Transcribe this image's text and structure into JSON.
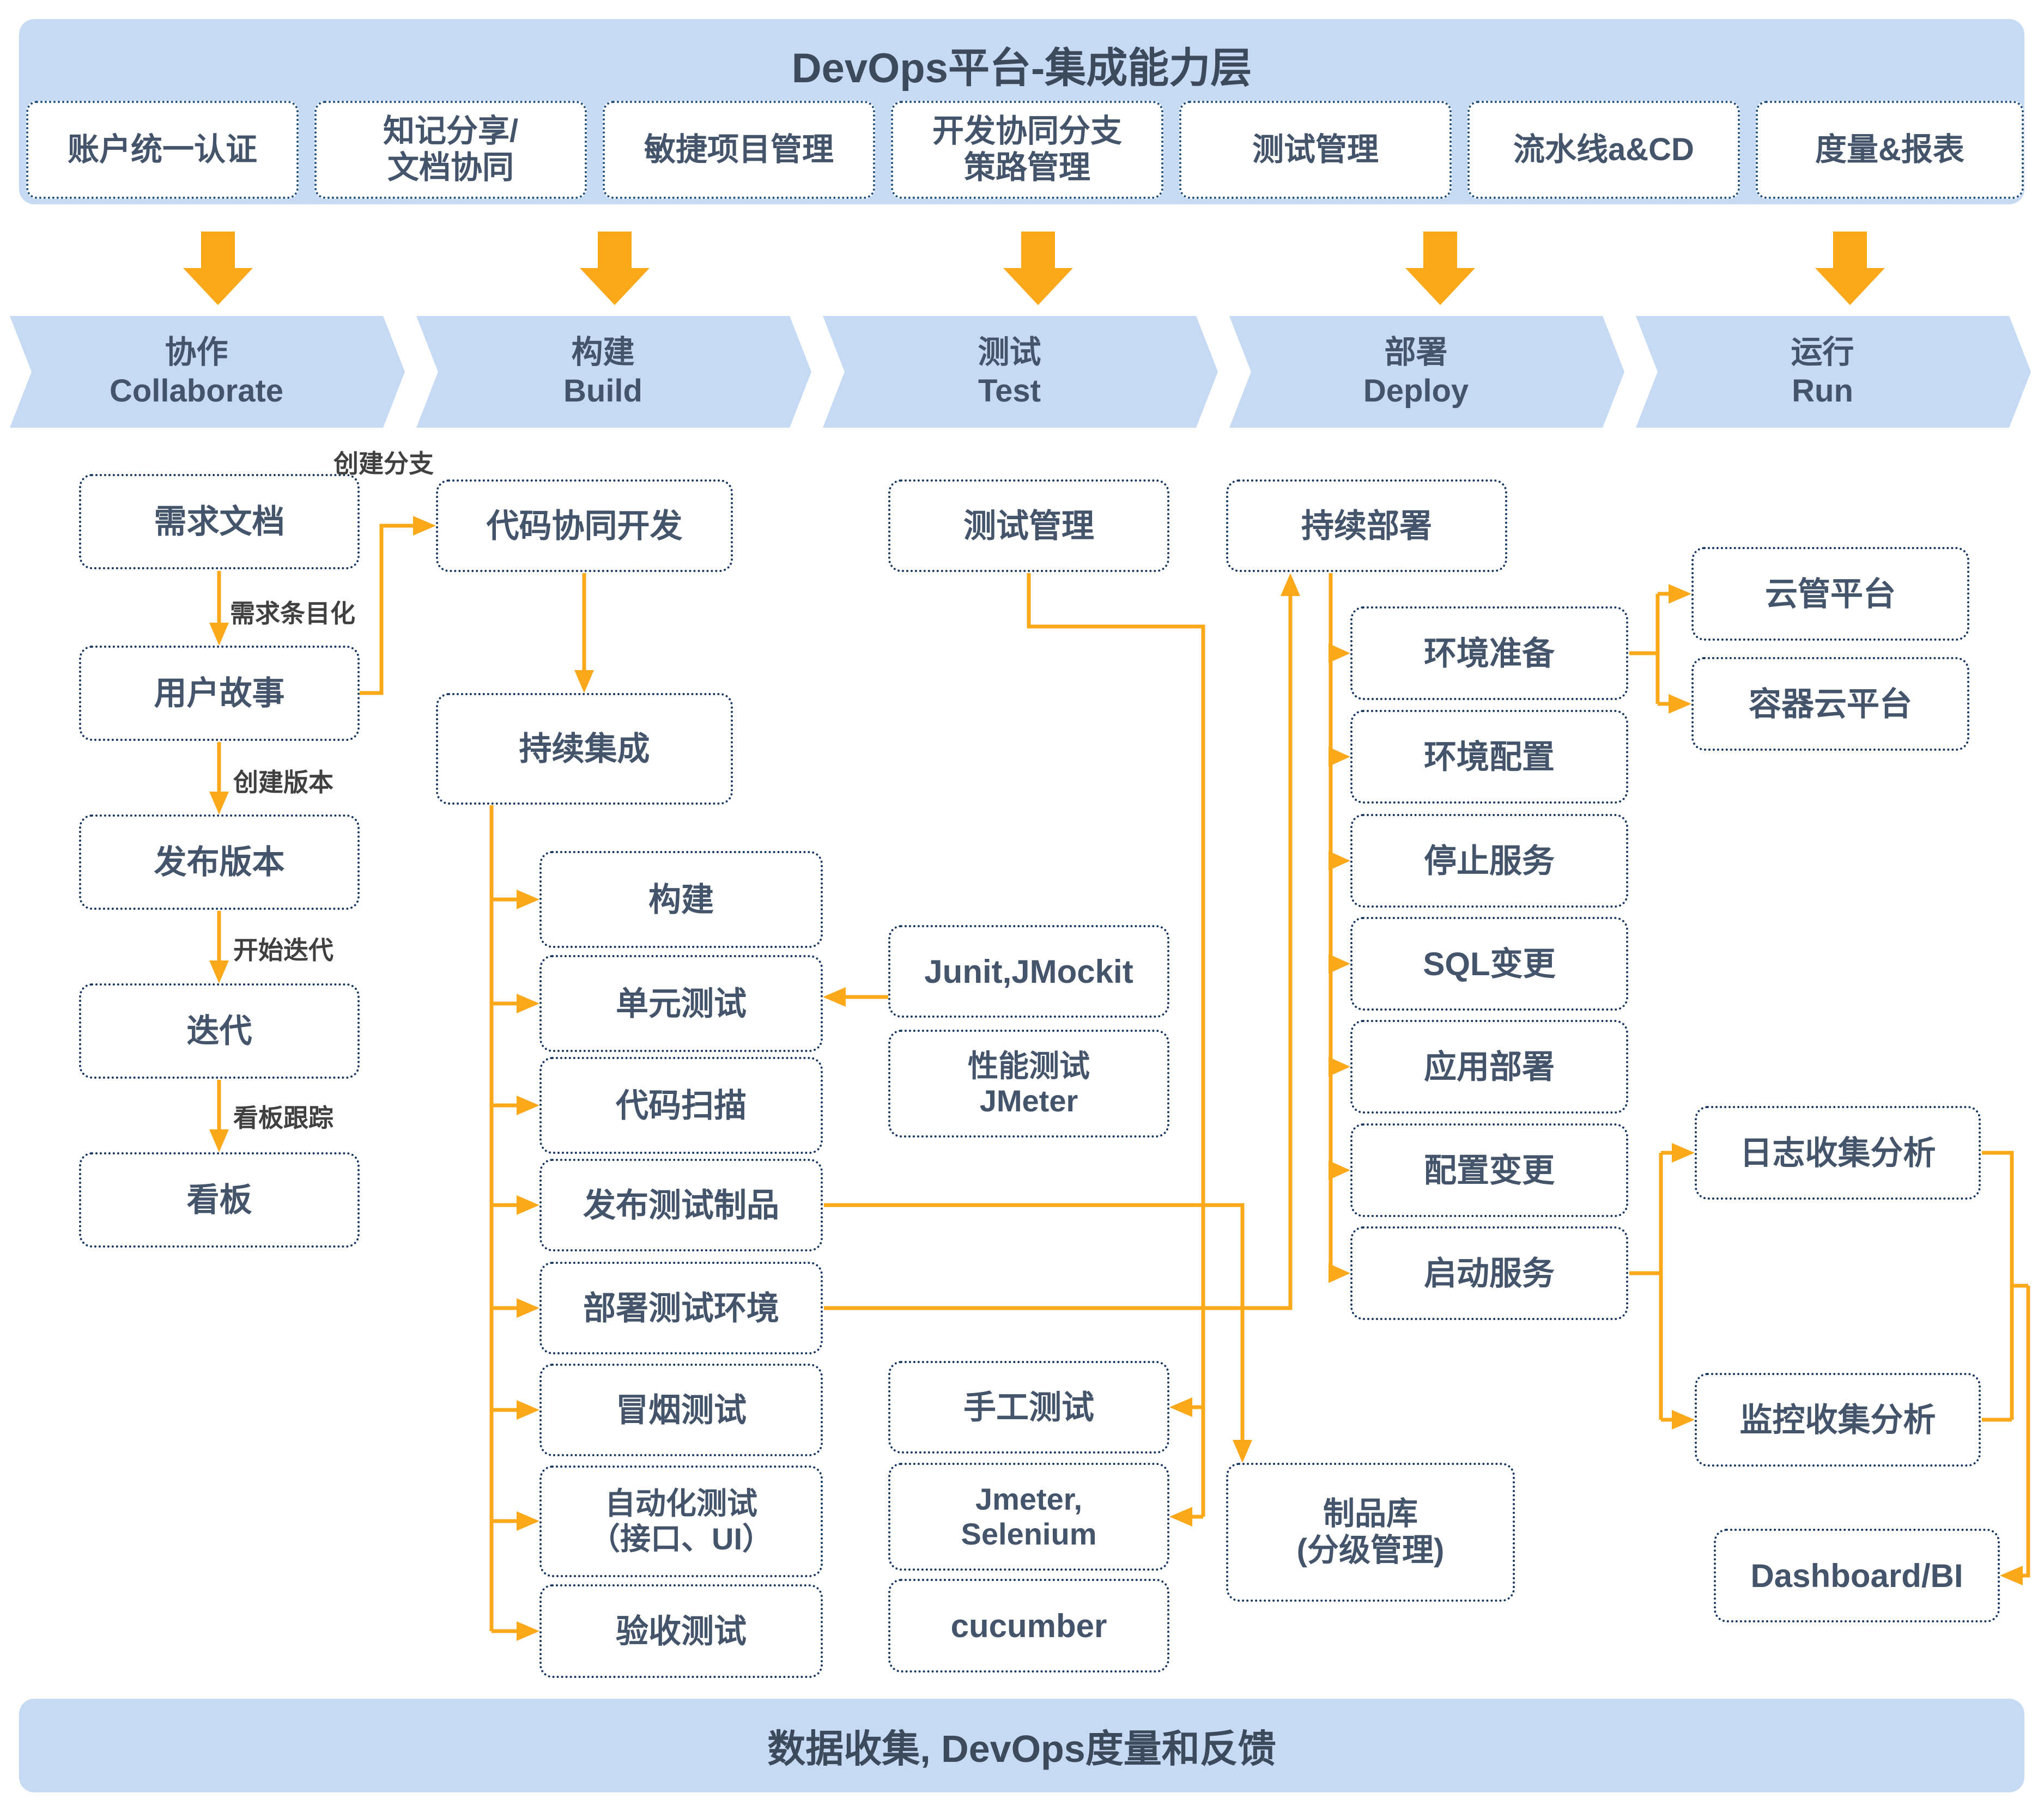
{
  "header": {
    "title": "DevOps平台-集成能力层",
    "capabilities": [
      "账户统一认证",
      "知记分享/\n文档协同",
      "敏捷项目管理",
      "开发协同分支\n策路管理",
      "测试管理",
      "流水线a&CD",
      "度量&报表"
    ]
  },
  "stages": [
    {
      "zh": "协作",
      "en": "Collaborate"
    },
    {
      "zh": "构建",
      "en": "Build"
    },
    {
      "zh": "测试",
      "en": "Test"
    },
    {
      "zh": "部署",
      "en": "Deploy"
    },
    {
      "zh": "运行",
      "en": "Run"
    }
  ],
  "nodes": {
    "req_doc": "需求文档",
    "user_story": "用户故事",
    "release_version": "发布版本",
    "iteration": "迭代",
    "kanban": "看板",
    "code_dev": "代码协同开发",
    "ci": "持续集成",
    "build": "构建",
    "unit_test": "单元测试",
    "code_scan": "代码扫描",
    "publish_artifact": "发布测试制品",
    "deploy_test_env": "部署测试环境",
    "smoke_test": "冒烟测试",
    "auto_test": "自动化测试\n（接口、UI）",
    "acceptance_test": "验收测试",
    "test_mgmt": "测试管理",
    "junit": "Junit,JMockit",
    "perf_test": "性能测试\nJMeter",
    "manual_test": "手工测试",
    "jmeter_selenium": "Jmeter,\nSelenium",
    "cucumber": "cucumber",
    "cd": "持续部署",
    "env_prepare": "环境准备",
    "env_config": "环境配置",
    "stop_service": "停止服务",
    "sql_change": "SQL变更",
    "app_deploy": "应用部署",
    "config_change": "配置变更",
    "start_service": "启动服务",
    "artifact_repo": "制品库\n(分级管理)",
    "cloud_mgmt": "云管平台",
    "container_cloud": "容器云平台",
    "log_analysis": "日志收集分析",
    "monitor_analysis": "监控收集分析",
    "dashboard": "Dashboard/BI"
  },
  "edge_labels": {
    "create_branch": "创建分支",
    "itemize_req": "需求条目化",
    "create_version": "创建版本",
    "start_iteration": "开始迭代",
    "kanban_track": "看板跟踪"
  },
  "footer": {
    "title": "数据收集, DevOps度量和反馈"
  },
  "colors": {
    "accent_orange": "#FBA81A",
    "banner_blue": "#C6DAF3",
    "border_navy": "#1F4E79",
    "text_slate": "#44546A"
  }
}
